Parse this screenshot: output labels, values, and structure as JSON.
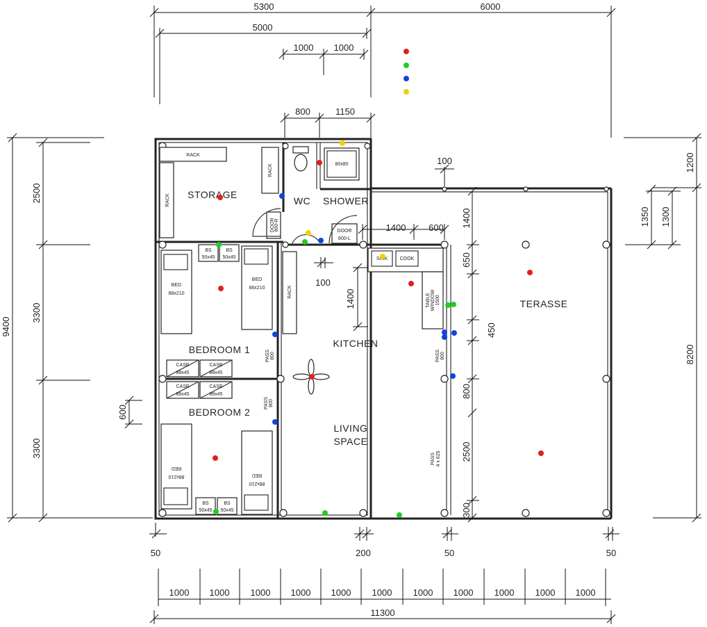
{
  "rooms": {
    "storage": "STORAGE",
    "wc": "WC",
    "shower": "SHOWER",
    "kitchen": "KITCHEN",
    "bedroom1": "BEDROOM 1",
    "bedroom2": "BEDROOM 2",
    "living1": "LIVING",
    "living2": "SPACE",
    "terasse": "TERASSE"
  },
  "furniture": {
    "rack": "RACK",
    "bed": "BED",
    "bed_size": "88x210",
    "bs": "BS",
    "bs_size": "50x45",
    "case": "CASE",
    "case_size": "88x45",
    "sink": "SINK",
    "cook": "COOK",
    "table": "TABLE",
    "window": "WINDOW",
    "table_size": "1500",
    "door": "DOOR",
    "door_size": "800-R",
    "door_size_l": "800-L",
    "pass": "PASS",
    "pass_size": "800",
    "pass_big": "4 x 625",
    "shower_size": "80x80"
  },
  "dimensions": {
    "top_5300": "5300",
    "top_6000": "6000",
    "top_5000": "5000",
    "top_1000a": "1000",
    "top_1000b": "1000",
    "top_800": "800",
    "top_1150": "1150",
    "d_100_top": "100",
    "d_100_mid": "100",
    "d_1400_h": "1400",
    "d_600_h": "600",
    "d_1400_v_kitchen": "1400",
    "d_1400_v_terrace": "1400",
    "d_650": "650",
    "d_450": "450",
    "d_800_right": "800",
    "d_2500_right": "2500",
    "d_300": "300",
    "left_9400": "9400",
    "left_2500": "2500",
    "left_3300a": "3300",
    "left_3300b": "3300",
    "left_600": "600",
    "right_1200": "1200",
    "right_1350": "1350",
    "right_1300": "1300",
    "right_8200": "8200",
    "b_50a": "50",
    "b_200": "200",
    "b_50b": "50",
    "b_50c": "50",
    "bottom_1000": [
      "1000",
      "1000",
      "1000",
      "1000",
      "1000",
      "1000",
      "1000",
      "1000",
      "1000",
      "1000",
      "1000"
    ],
    "bottom_11300": "11300"
  },
  "colors": {
    "red": "#e02020",
    "green": "#22cc22",
    "blue": "#1144dd",
    "yellow": "#f2d000",
    "line": "#222222"
  }
}
